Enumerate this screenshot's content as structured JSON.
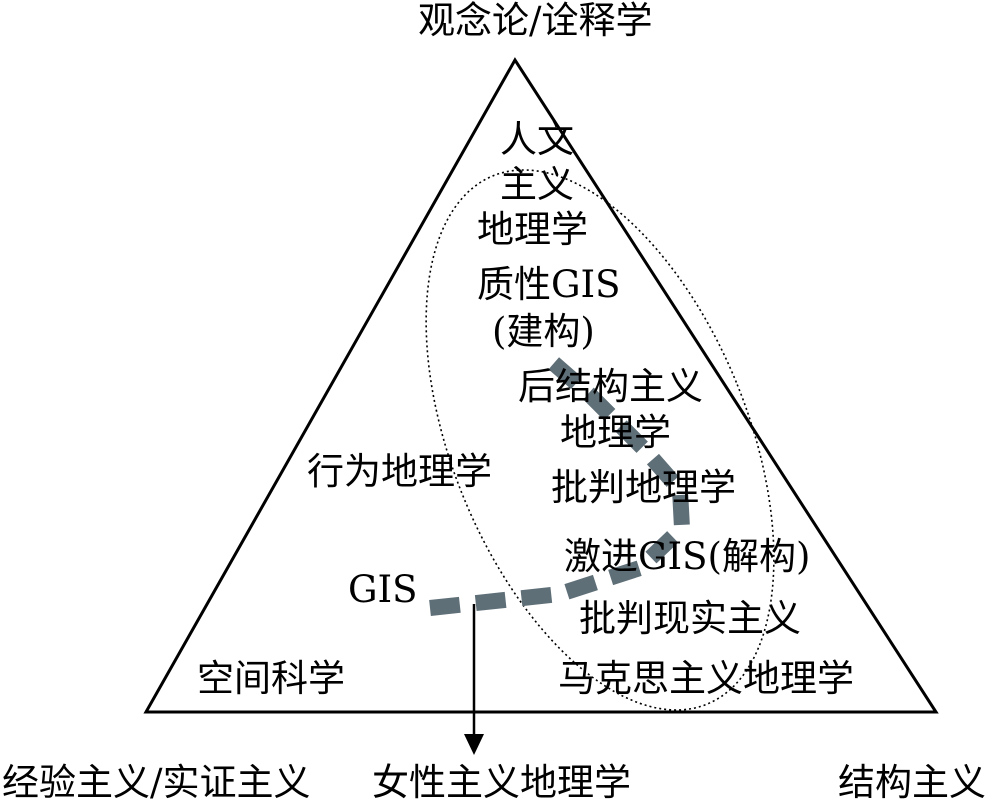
{
  "vertices": {
    "top": "观念论/诠释学",
    "bottom_left": "经验主义/实证主义",
    "bottom_right": "结构主义"
  },
  "bottom_center": "女性主义地理学",
  "labels": {
    "humanistic_1": "人文",
    "humanistic_2": "主义",
    "humanistic_3": "地理学",
    "qualitative_gis": "质性GIS",
    "construction": "(建构)",
    "post_structural_1": "后结构主义",
    "post_structural_2": "地理学",
    "behavioral": "行为地理学",
    "critical_geo": "批判地理学",
    "radical_gis": "激进GIS(解构)",
    "gis": "GIS",
    "critical_realism": "批判现实主义",
    "spatial_science": "空间科学",
    "marxist": "马克思主义地理学"
  },
  "colors": {
    "dash_path": "#5f6f78",
    "line": "#000000"
  }
}
